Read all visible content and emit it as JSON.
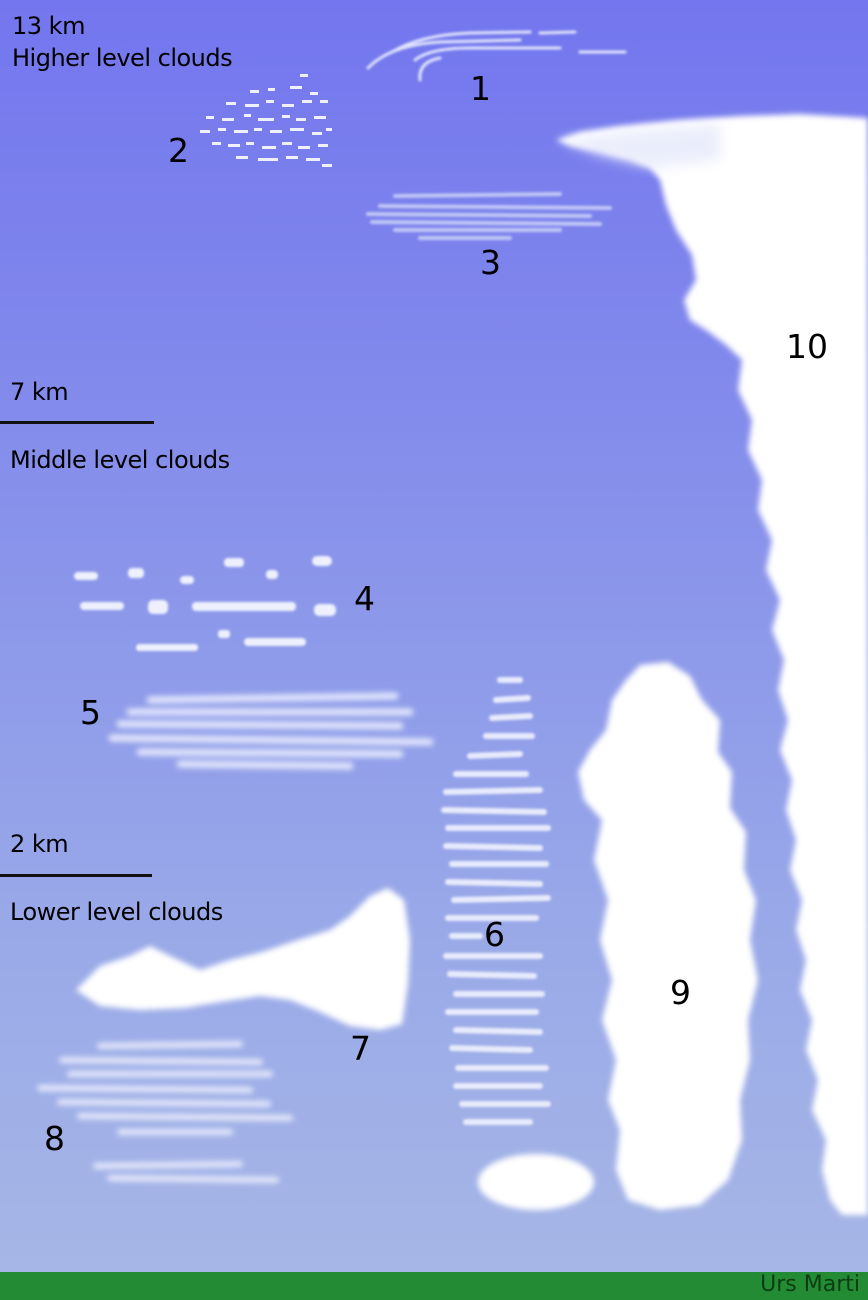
{
  "levels": {
    "high": {
      "altitude": "13 km",
      "title": "Higher level clouds"
    },
    "middle": {
      "altitude": "7 km",
      "title": "Middle level clouds"
    },
    "low": {
      "altitude": "2 km",
      "title": "Lower level clouds"
    }
  },
  "cloud_numbers": [
    "1",
    "2",
    "3",
    "4",
    "5",
    "6",
    "7",
    "8",
    "9",
    "10"
  ],
  "credit": "Urs Marti",
  "colors": {
    "sky_top": "#7376ee",
    "sky_bottom": "#a6b6e6",
    "ground": "#228b33",
    "cloud": "#ffffff"
  }
}
